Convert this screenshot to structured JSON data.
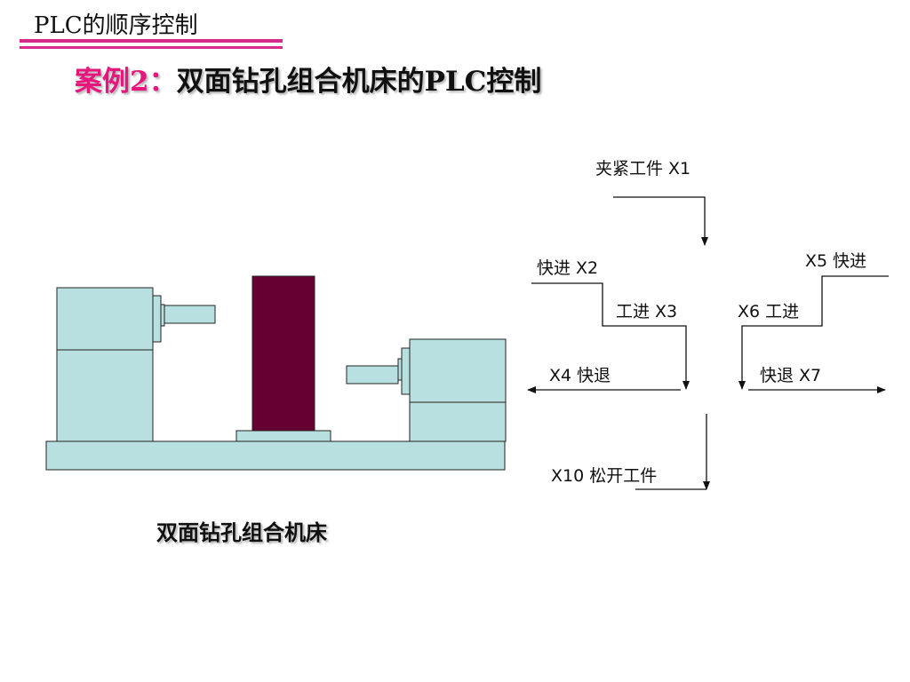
{
  "header": {
    "title": "PLC的顺序控制"
  },
  "slide": {
    "title_prefix": "案例2：",
    "title_main": "双面钻孔组合机床的PLC控制"
  },
  "machine": {
    "caption": "双面钻孔组合机床",
    "colors": {
      "body": "#b9e0e0",
      "workpiece": "#660033",
      "outline": "#222222"
    }
  },
  "flow": {
    "steps": {
      "clamp": "夹紧工件 X1",
      "left_fast_in": "快进  X2",
      "left_work_in": "工进  X3",
      "left_fast_back": "X4   快退",
      "right_fast_in": "X5  快进",
      "right_work_in": "X6 工进",
      "right_fast_back": "快退   X7",
      "release": "X10  松开工件"
    }
  }
}
